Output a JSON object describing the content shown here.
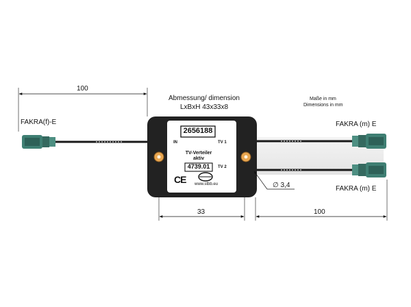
{
  "product": {
    "article_number": "2656188",
    "device_name_line1": "TV-Verteiler",
    "device_name_line2": "aktiv",
    "model_number": "4739.01",
    "website": "www.stbb.eu",
    "ce_mark": "CE",
    "port_in": "IN",
    "port_tv1": "TV 1",
    "port_tv2": "TV 2"
  },
  "dimensions": {
    "title_line1": "Abmessung/ dimension",
    "title_line2": "LxBxH 43x33x8",
    "units_line1": "Maße in mm",
    "units_line2": "Dimensions in mm",
    "left_cable_length": "100",
    "right_cable_length": "100",
    "box_width": "33",
    "cable_diameter": "∅ 3,4"
  },
  "connectors": {
    "input_label": "FAKRA(f)-E",
    "output1_label": "FAKRA (m) E",
    "output2_label": "FAKRA (m) E"
  },
  "colors": {
    "connector_teal": "#3f7f73",
    "housing": "#222222",
    "label_panel": "#ffffff",
    "mount_hole": "#e8a650",
    "cable": "#1a1a1a"
  }
}
